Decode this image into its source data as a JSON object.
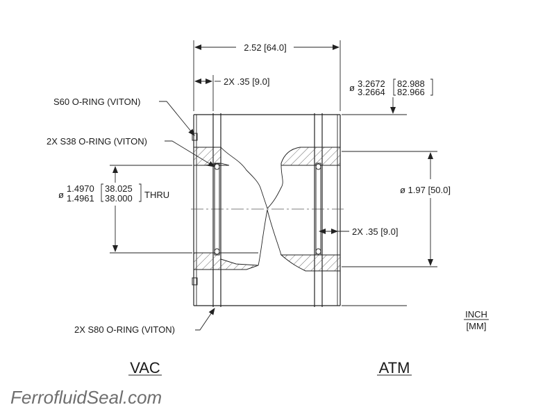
{
  "dimensions": {
    "overall_length": "2.52 [64.0]",
    "groove_spacing_top": "2X .35 [9.0]",
    "groove_spacing_right": "2X .35 [9.0]",
    "outer_diameter": {
      "symbol": "ø",
      "max_in": "3.2672",
      "min_in": "3.2664",
      "max_mm": "82.988",
      "min_mm": "82.966"
    },
    "bore": {
      "symbol": "ø",
      "max_in": "1.4970",
      "min_in": "1.4961",
      "max_mm": "38.025",
      "min_mm": "38.000",
      "suffix": "THRU"
    },
    "shaft_diameter": "ø 1.97 [50.0]"
  },
  "callouts": {
    "s60": "S60 O-RING (VITON)",
    "s38": "2X S38 O-RING (VITON)",
    "s80": "2X S80 O-RING (VITON)"
  },
  "units": {
    "primary": "INCH",
    "secondary": "[MM]"
  },
  "sides": {
    "left": "VAC",
    "right": "ATM"
  },
  "brand": "FerrofluidSeal.com"
}
